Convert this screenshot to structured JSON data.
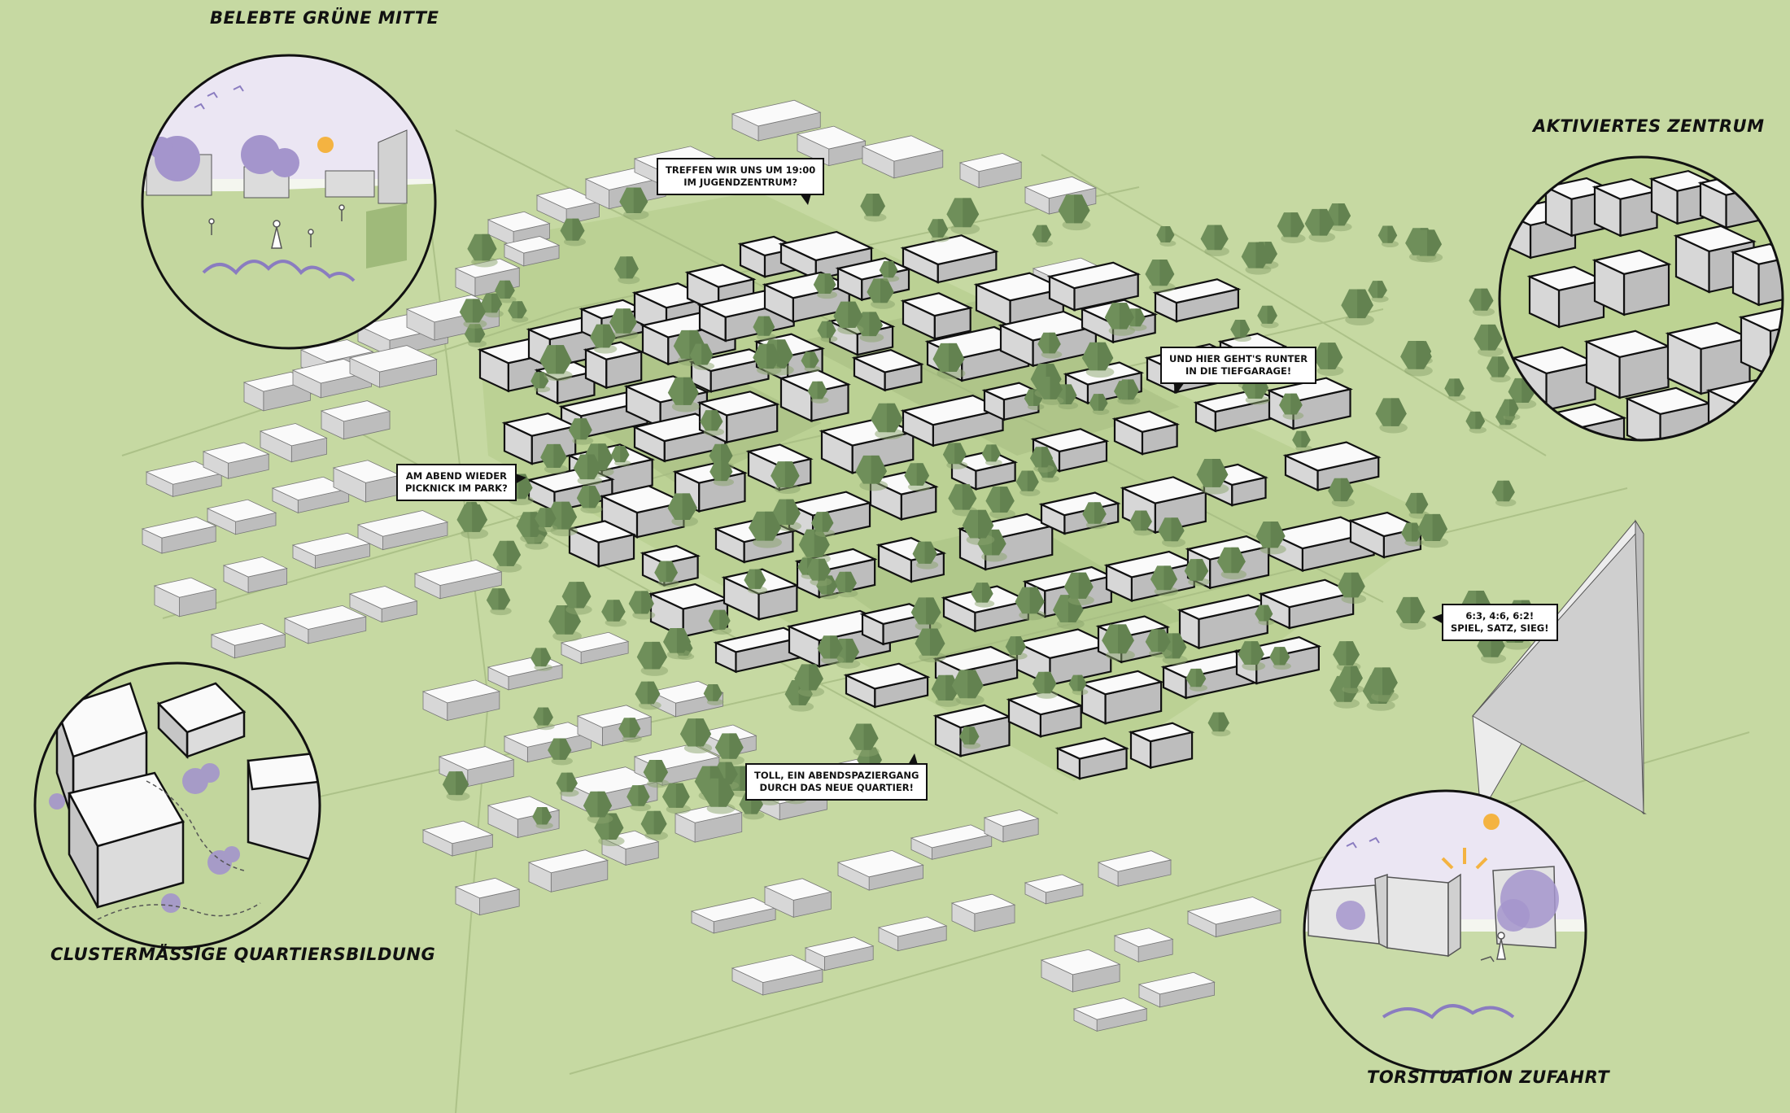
{
  "vignettes": {
    "green_center": "Belebte Grüne Mitte",
    "active_center": "Aktiviertes Zentrum",
    "cluster": "Clustermässige Quartiersbildung",
    "gate": "Torsituation Zufahrt"
  },
  "bubbles": {
    "youth": [
      "Treffen wir uns um 19:00",
      "im Jugendzentrum?"
    ],
    "garage": [
      "Und hier geht's runter",
      "in die Tiefgarage!"
    ],
    "picnic": [
      "Am Abend wieder",
      "Picknick im Park?"
    ],
    "tennis": [
      "6:3, 4:6, 6:2!",
      "Spiel, Satz, Sieg!"
    ],
    "walk": [
      "Toll, ein Abendspaziergang",
      "durch das neue Quartier!"
    ]
  },
  "colors": {
    "background": "#c6d9a2",
    "plaza": "#b9cf92",
    "park": "#a9c184",
    "tree": "#6f8f5a",
    "building_top": "#fafafa",
    "building_side": "#d7d7d7",
    "building_front": "#bdbdbd",
    "ink": "#111111",
    "vignette_accent": "#9d8cc8"
  }
}
